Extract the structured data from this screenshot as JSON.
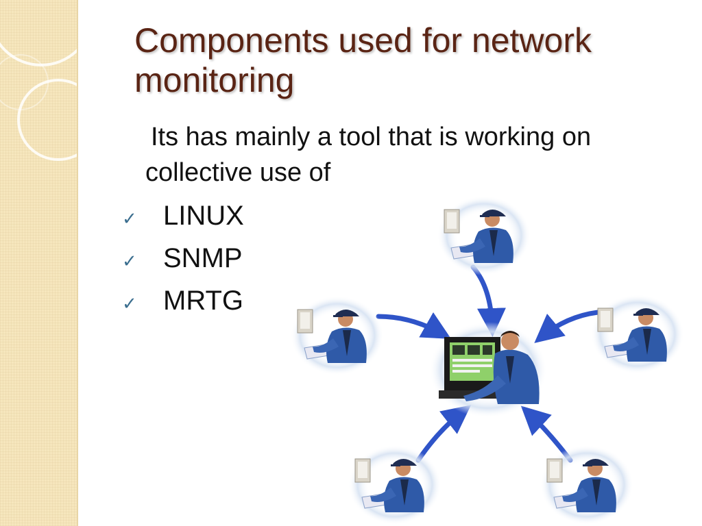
{
  "slide": {
    "title": "Components used for network monitoring",
    "intro_line1": "Its has mainly a tool that is working on",
    "intro_line2": "collective use of",
    "items": [
      {
        "label": "LINUX",
        "icon": "check-icon"
      },
      {
        "label": "SNMP",
        "icon": "check-icon"
      },
      {
        "label": "MRTG",
        "icon": "check-icon"
      }
    ]
  },
  "colors": {
    "title": "#5a2414",
    "band": "#f6e6bd",
    "check": "#3b6e8f",
    "arrow": "#2f54c8",
    "uniform": "#2f5aa8"
  }
}
